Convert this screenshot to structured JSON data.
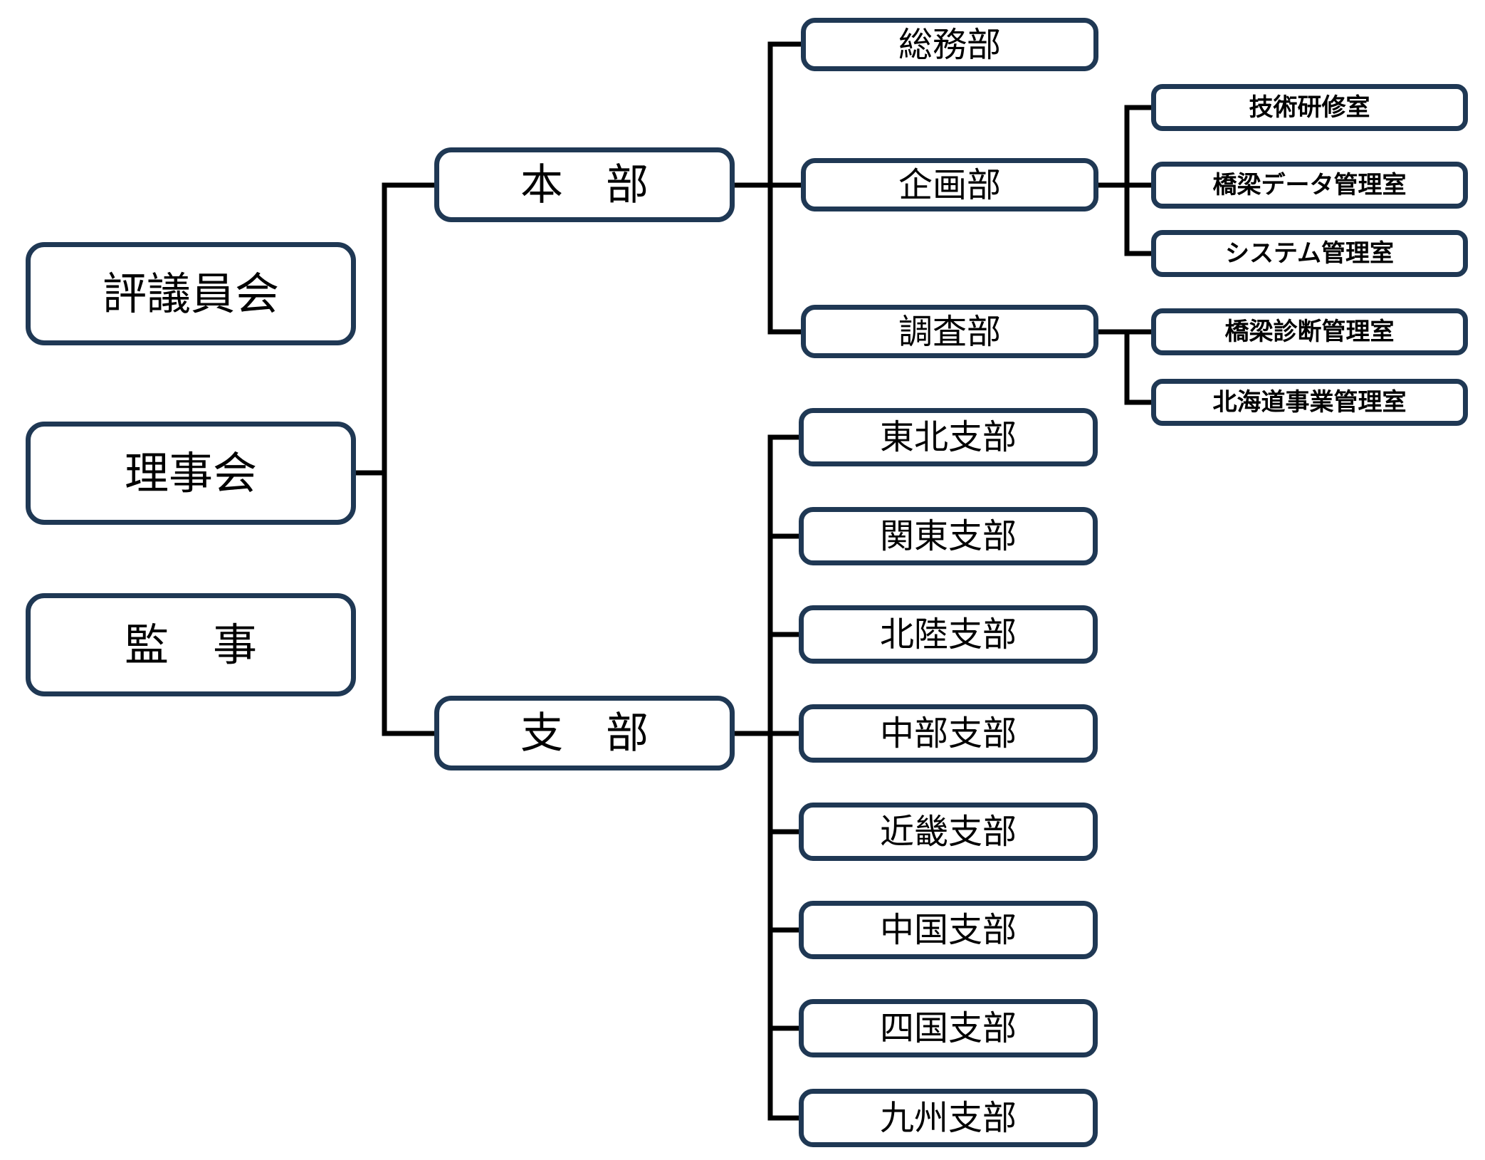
{
  "diagram": {
    "type": "org-chart",
    "language": "ja",
    "colors": {
      "box_border": "#1f3854",
      "connector": "#000000",
      "text": "#000000",
      "background": "#ffffff"
    },
    "governance": [
      {
        "label": "評議員会"
      },
      {
        "label": "理事会"
      },
      {
        "label": "監　事"
      }
    ],
    "divisions": [
      {
        "label": "本　部"
      },
      {
        "label": "支　部"
      }
    ],
    "hq_departments": [
      {
        "label": "総務部"
      },
      {
        "label": "企画部"
      },
      {
        "label": "調査部"
      }
    ],
    "planning_offices": [
      {
        "label": "技術研修室"
      },
      {
        "label": "橋梁データ管理室"
      },
      {
        "label": "システム管理室"
      }
    ],
    "survey_offices": [
      {
        "label": "橋梁診断管理室"
      },
      {
        "label": "北海道事業管理室"
      }
    ],
    "branches": [
      {
        "label": "東北支部"
      },
      {
        "label": "関東支部"
      },
      {
        "label": "北陸支部"
      },
      {
        "label": "中部支部"
      },
      {
        "label": "近畿支部"
      },
      {
        "label": "中国支部"
      },
      {
        "label": "四国支部"
      },
      {
        "label": "九州支部"
      }
    ]
  }
}
